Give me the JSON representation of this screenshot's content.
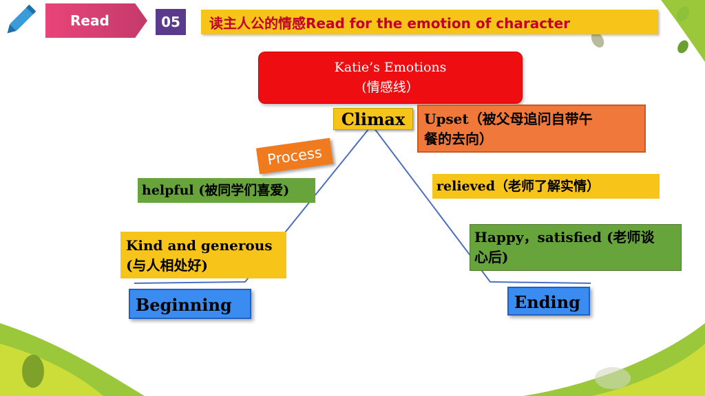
{
  "header": {
    "read_label": "Read",
    "number": "05",
    "title": "读主人公的情感Read for the emotion of character"
  },
  "diagram": {
    "emotions_title_line1": "Katie’s Emotions",
    "emotions_title_line2": "(情感线）",
    "climax": "Climax",
    "upset_line1": "Upset（被父母追问自带午",
    "upset_line2": "餐的去向）",
    "process": "Process",
    "helpful": "helpful (被同学们喜爱)",
    "relieved": "relieved（老师了解实情）",
    "kind_line1": "Kind  and generous",
    "kind_line2": "(与人相处好)",
    "happy_line1": "Happy，satisfied (老师谈",
    "happy_line2": "心后)",
    "beginning": "Beginning",
    "ending": "Ending"
  },
  "colors": {
    "accent_yellow": "#f7c51a",
    "accent_red": "#ee0d10",
    "accent_orange": "#f07a1e",
    "accent_green": "#68a43c",
    "accent_blue": "#3a8cf0",
    "title_text": "#c2002a",
    "line": "#4a6fc0"
  }
}
